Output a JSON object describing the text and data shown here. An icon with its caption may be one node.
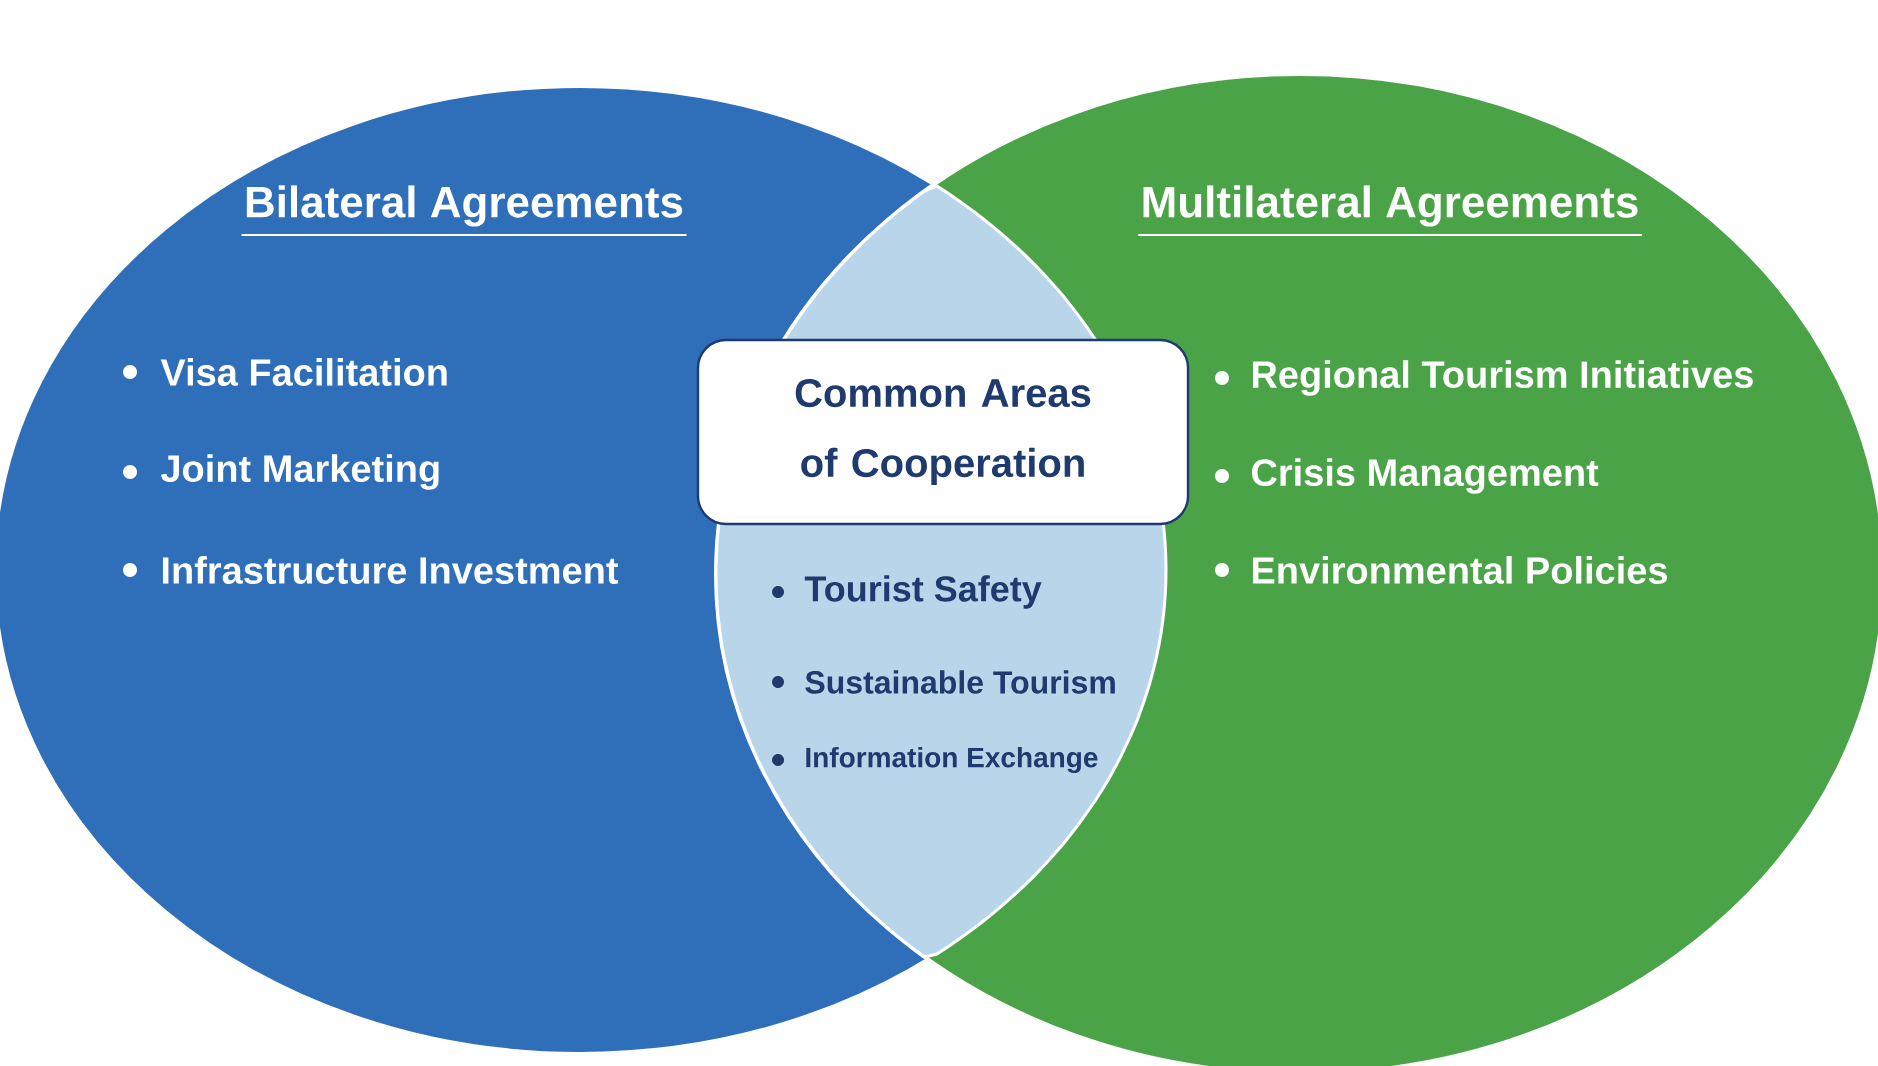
{
  "diagram": {
    "nodes": [
      {
        "text": [
          "Bilateral Agreements",
          "Visa Facilitation",
          "Joint Marketing",
          "Infrastructure Investment"
        ]
      },
      {
        "text": [
          "Multilateral Agreements",
          "Regional Tourism Initiatives",
          "Crisis Management",
          "Environmental Policies"
        ]
      },
      {
        "text": [
          "Common Areas of Cooperation"
        ]
      },
      {
        "text": [
          "Tourist Safety",
          "Sustainable Tourism",
          "Information Exchange"
        ]
      }
    ]
  }
}
